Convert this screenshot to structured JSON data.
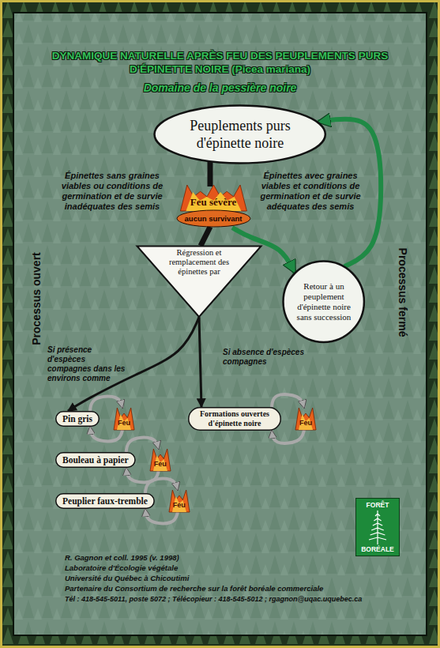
{
  "diagram": {
    "title": "DYNAMIQUE NATURELLE APRÈS FEU DES PEUPLEMENTS PURS D'ÉPINETTE NOIRE (Picea mariana)",
    "nodes": [
      {
        "text": [
          "Peuplements purs d'épinette noire"
        ]
      },
      {
        "text": [
          "Feu sévère",
          "aucun survivant"
        ]
      },
      {
        "text": [
          "Régression et remplacement des épinettes par"
        ]
      },
      {
        "text": [
          "Retour à un peuplement d'épinette noire sans succession"
        ]
      },
      {
        "text": [
          "Pin gris"
        ]
      },
      {
        "text": [
          "Feu"
        ]
      },
      {
        "text": [
          "Formations ouvertes d'épinette noire"
        ]
      },
      {
        "text": [
          "Feu"
        ]
      },
      {
        "text": [
          "Bouleau à papier"
        ]
      },
      {
        "text": [
          "Feu"
        ]
      },
      {
        "text": [
          "Peuplier faux-tremble"
        ]
      },
      {
        "text": [
          "Feu"
        ]
      },
      {
        "text": [
          "FORÊT",
          "BORÉALE"
        ]
      }
    ],
    "edges": [
      {
        "from": 0,
        "to": 1,
        "arrow": "none"
      },
      {
        "from": 1,
        "to": 2,
        "arrow": "none"
      },
      {
        "from": 1,
        "to": 3,
        "arrow": "to"
      },
      {
        "from": 3,
        "to": 0,
        "arrow": "to"
      },
      {
        "from": 2,
        "to": 4,
        "arrow": "to"
      },
      {
        "from": 2,
        "to": 6,
        "arrow": "to"
      },
      {
        "from": 4,
        "to": 5,
        "arrow": "to"
      },
      {
        "from": 5,
        "to": 4,
        "arrow": "to"
      },
      {
        "from": 6,
        "to": 7,
        "arrow": "to"
      },
      {
        "from": 7,
        "to": 6,
        "arrow": "to"
      },
      {
        "from": 8,
        "to": 9,
        "arrow": "to"
      },
      {
        "from": 9,
        "to": 8,
        "arrow": "to"
      },
      {
        "from": 10,
        "to": 11,
        "arrow": "to"
      },
      {
        "from": 11,
        "to": 10,
        "arrow": "to"
      }
    ],
    "labels": [
      "Domaine de la pessière noire",
      "Épinettes sans graines viables ou conditions de germination et de survie inadéquates des semis",
      "Épinettes avec graines viables et conditions de germination et de survie adéquates des semis",
      "Processus ouvert",
      "Processus fermé",
      "Si présence d'espèces compagnes dans les environs comme",
      "Si absence d'espèces compagnes",
      "R. Gagnon et coll. 1995 (v. 1998)",
      "Laboratoire d'Écologie végétale",
      "Université du Québec à Chicoutimi",
      "Partenaire du Consortium de recherche sur la forêt boréale commerciale",
      "Tél : 418-545-5011, poste 5072 ; Télécopieur : 418-545-5012 ; rgagnon@uqac.uquebec.ca"
    ]
  }
}
